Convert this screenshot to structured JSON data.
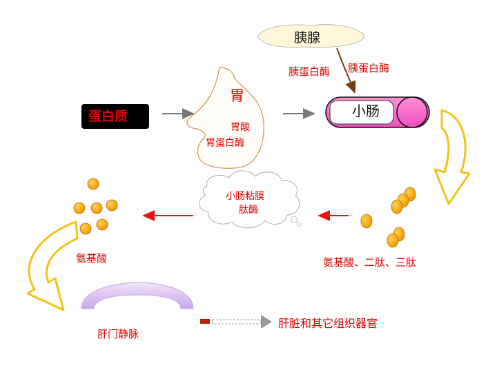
{
  "labels": {
    "pancreas": "胰腺",
    "pancreatic_protease_left": "胰蛋白酶",
    "pancreatic_protease_right": "胰蛋白酶",
    "stomach": "胃",
    "protein": "蛋白质",
    "gastric_acid": "胃酸",
    "pepsin": "胃蛋白酶",
    "small_intestine": "小肠",
    "mucosa_line1": "小肠粘膜",
    "mucosa_line2": "肽酶",
    "amino_acids": "氨基酸",
    "amino_acids_peptides": "氨基酸、二肽、三肽",
    "portal_vein": "肝门静脉",
    "liver_organs": "肝脏和其它组织器官"
  },
  "colors": {
    "label_red": "#e00000",
    "stomach_fill": "#fffef8",
    "organ_outline": "#cf9a53",
    "intestine_fill": "#ff66cc",
    "intestine_bar": "#ffffff",
    "amino_ball": "#ffae1a",
    "arrow_outline": "#f2c21b",
    "portal_vein_fill": "#d6b8f0",
    "pancreas_cloud": "#fff7da"
  }
}
